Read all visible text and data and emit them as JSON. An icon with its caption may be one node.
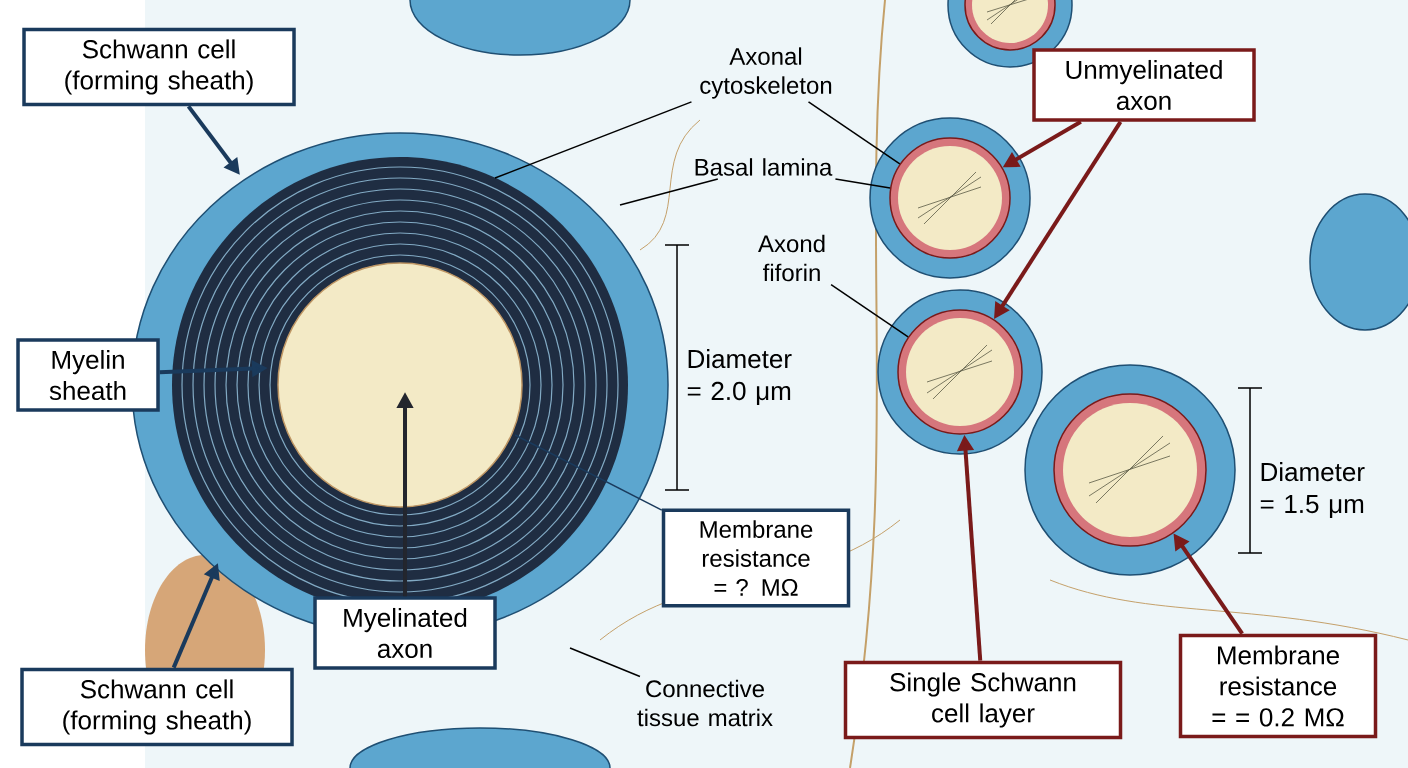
{
  "diagram": {
    "nodes": [
      {
        "text": [
          "Schwann cell (forming sheath)"
        ]
      },
      {
        "text": [
          "Myelin sheath"
        ]
      },
      {
        "text": [
          "Myelinated axon"
        ]
      },
      {
        "text": [
          "Schwann cell (forming sheath)"
        ]
      },
      {
        "text": [
          "Membrane resistance = ? MΩ"
        ]
      },
      {
        "text": [
          "Axonal cytoskeleton"
        ]
      },
      {
        "text": [
          "Basal lamina"
        ]
      },
      {
        "text": [
          "Axond fiforin"
        ]
      },
      {
        "text": [
          "Connective tissue matrix"
        ]
      },
      {
        "text": [
          "Unmyelinated axon"
        ]
      },
      {
        "text": [
          "Single Schwann cell layer"
        ]
      },
      {
        "text": [
          "Membrane resistance = = 0.2 MΩ"
        ]
      },
      {
        "text": [],
        "shape": "circle"
      },
      {
        "text": [],
        "shape": "circle"
      },
      {
        "text": [],
        "shape": "circle"
      }
    ],
    "edges": [
      {
        "from": 0,
        "to": null,
        "arrow": "to",
        "color": "#1a3a5c"
      },
      {
        "from": 1,
        "to": null,
        "arrow": "to",
        "color": "#1a3a5c"
      },
      {
        "from": 2,
        "to": null,
        "arrow": "to",
        "color": "#23262e"
      },
      {
        "from": 3,
        "to": null,
        "arrow": "to",
        "color": "#1a3a5c"
      },
      {
        "from": 4,
        "to": null,
        "arrow": "none",
        "color": "#1a3a5c"
      },
      {
        "from": 5,
        "to": null,
        "arrow": "none"
      },
      {
        "from": 5,
        "to": 12,
        "arrow": "none"
      },
      {
        "from": 6,
        "to": null,
        "arrow": "none"
      },
      {
        "from": 6,
        "to": 12,
        "arrow": "none"
      },
      {
        "from": 7,
        "to": 13,
        "arrow": "none"
      },
      {
        "from": 8,
        "to": null,
        "arrow": "none"
      },
      {
        "from": 9,
        "to": 12,
        "arrow": "to",
        "color": "#7a1a1a"
      },
      {
        "from": 9,
        "to": 13,
        "arrow": "to",
        "color": "#7a1a1a"
      },
      {
        "from": 10,
        "to": 13,
        "arrow": "to",
        "color": "#7a1a1a"
      },
      {
        "from": 11,
        "to": 14,
        "arrow": "to",
        "color": "#7a1a1a"
      }
    ],
    "labels": [
      "Diameter = 2.0 μm",
      "Diameter = 1.5 μm"
    ]
  }
}
